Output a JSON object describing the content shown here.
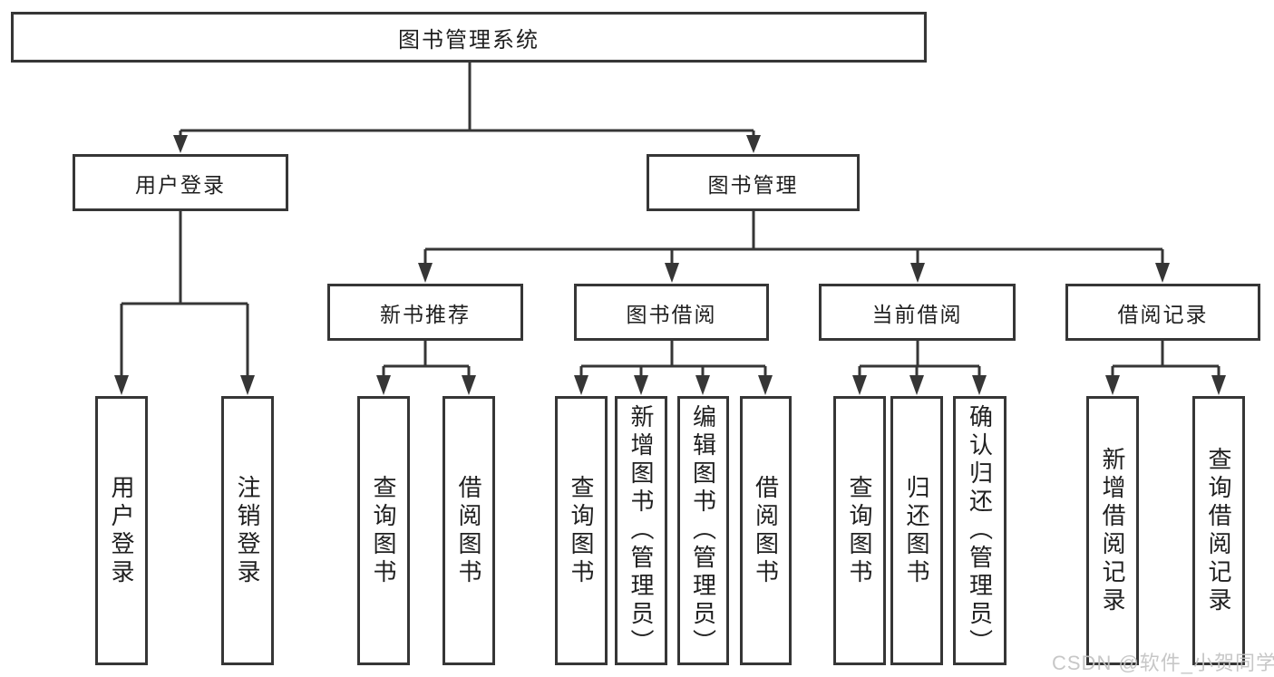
{
  "diagram": {
    "title": "图书管理系统",
    "type": "hierarchy-tree",
    "colors": {
      "line": "#363636",
      "box_border": "#363636",
      "text": "#1f1f1f",
      "background": "#ffffff",
      "watermark": "#c3c3c3"
    }
  },
  "nodes": {
    "root": {
      "label": "图书管理系统"
    },
    "level2": [
      {
        "label": "用户登录"
      },
      {
        "label": "图书管理"
      }
    ],
    "level3": [
      {
        "label": "新书推荐"
      },
      {
        "label": "图书借阅"
      },
      {
        "label": "当前借阅"
      },
      {
        "label": "借阅记录"
      }
    ],
    "level4": [
      {
        "label": "用户登录",
        "parent": "用户登录"
      },
      {
        "label": "注销登录",
        "parent": "用户登录"
      },
      {
        "label": "查询图书",
        "parent": "新书推荐"
      },
      {
        "label": "借阅图书",
        "parent": "新书推荐"
      },
      {
        "label": "查询图书",
        "parent": "图书借阅"
      },
      {
        "label": "新增图书（管理员）",
        "parent": "图书借阅"
      },
      {
        "label": "编辑图书（管理员）",
        "parent": "图书借阅"
      },
      {
        "label": "借阅图书",
        "parent": "图书借阅"
      },
      {
        "label": "查询图书",
        "parent": "当前借阅"
      },
      {
        "label": "归还图书",
        "parent": "当前借阅"
      },
      {
        "label": "确认归还（管理员）",
        "parent": "当前借阅"
      },
      {
        "label": "新增借阅记录",
        "parent": "借阅记录"
      },
      {
        "label": "查询借阅记录",
        "parent": "借阅记录"
      }
    ]
  },
  "watermark": {
    "text": "CSDN @软件_小贺同学"
  }
}
